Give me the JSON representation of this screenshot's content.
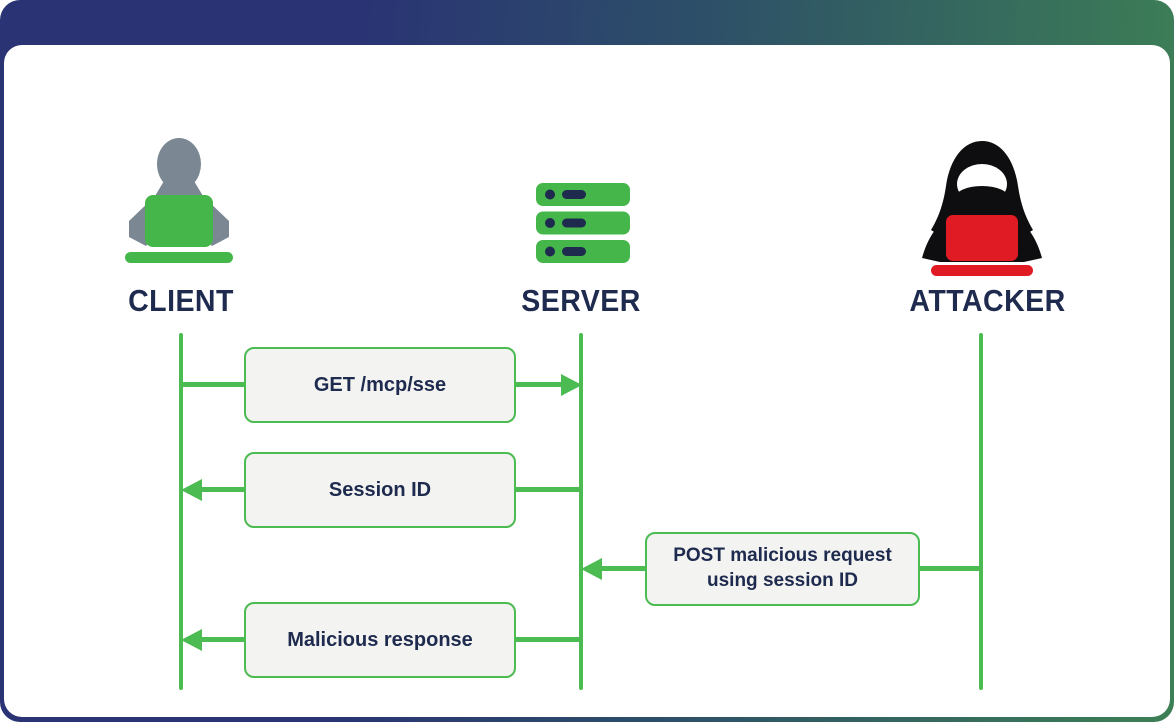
{
  "colors": {
    "banner_navy": "#2a3474",
    "banner_teal": "#2d4f68",
    "banner_green": "#3d8055",
    "green": "#4cbb52",
    "icon_green": "#45b649",
    "navy": "#1e2b4f",
    "gray": "#7b8894",
    "red": "#e01b24",
    "black": "#0e0e10",
    "box_fill": "#f3f3f1"
  },
  "actors": [
    {
      "id": "client",
      "label": "CLIENT"
    },
    {
      "id": "server",
      "label": "SERVER"
    },
    {
      "id": "attacker",
      "label": "ATTACKER"
    }
  ],
  "messages": [
    {
      "from": "client",
      "to": "server",
      "direction": "right",
      "text": "GET /mcp/sse"
    },
    {
      "from": "server",
      "to": "client",
      "direction": "left",
      "text": "Session ID"
    },
    {
      "from": "attacker",
      "to": "server",
      "direction": "left",
      "text": "POST malicious request using session ID"
    },
    {
      "from": "server",
      "to": "client",
      "direction": "left",
      "text": "Malicious response"
    }
  ]
}
